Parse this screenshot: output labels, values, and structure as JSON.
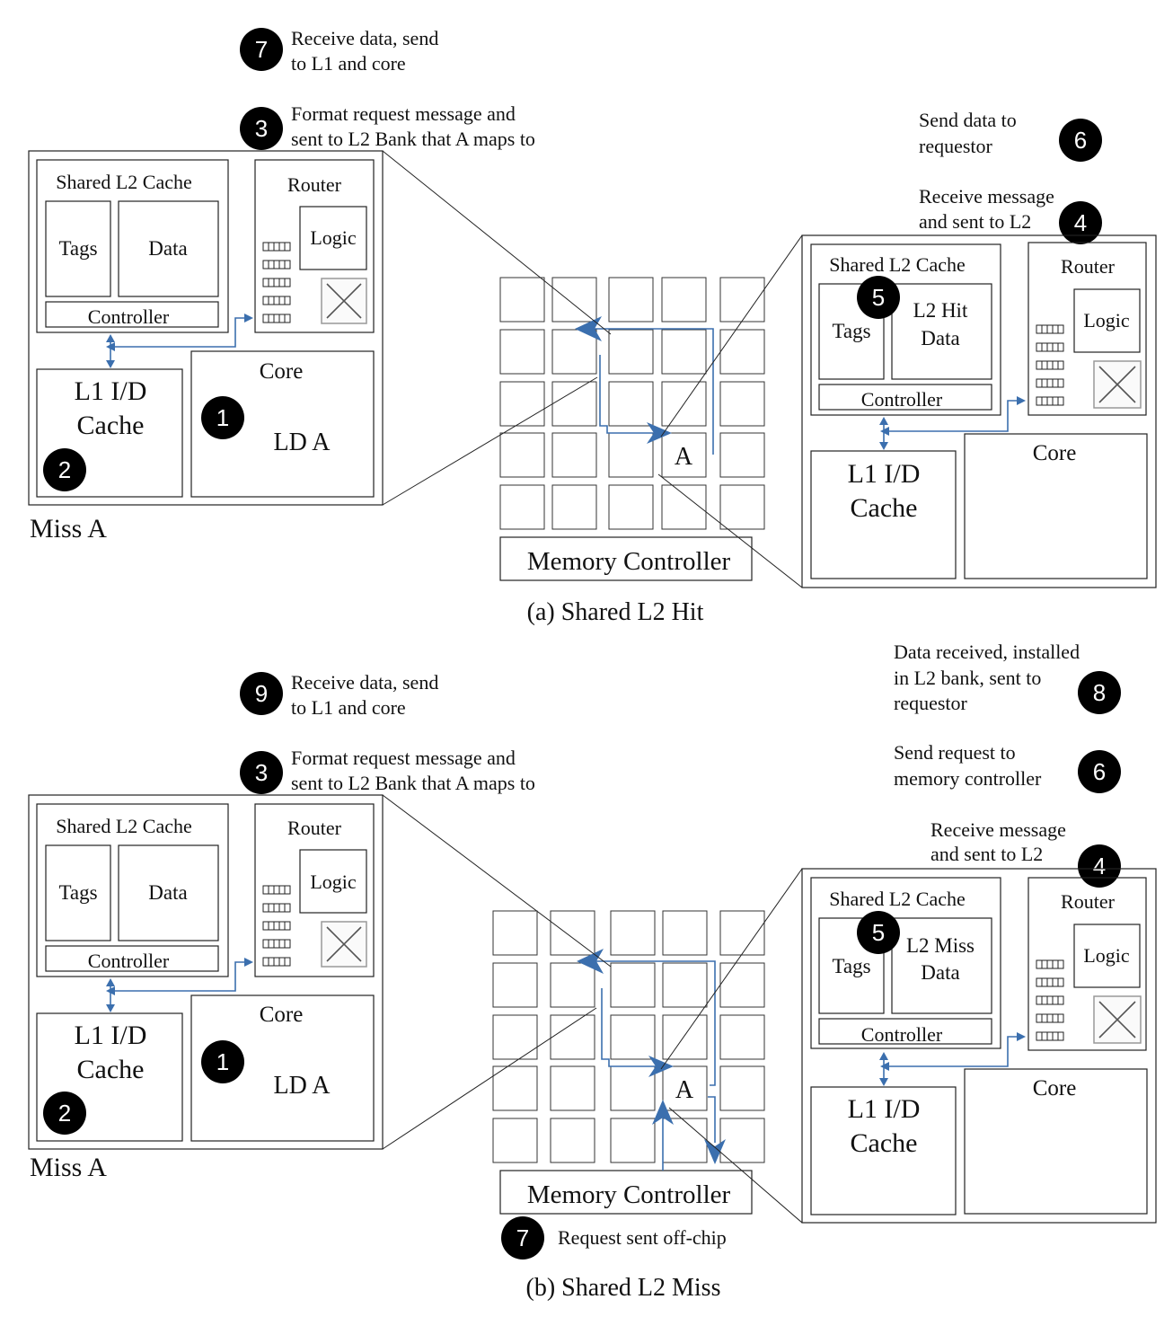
{
  "panel_a": {
    "caption": "(a) Shared L2 Hit",
    "steps": {
      "s7": {
        "num": "7",
        "line1": "Receive data, send",
        "line2": "to L1 and core"
      },
      "s3": {
        "num": "3",
        "line1": "Format request message and",
        "line2": "sent to L2 Bank that A maps to"
      },
      "s6": {
        "num": "6",
        "line1": "Send data to",
        "line2": "requestor"
      },
      "s4": {
        "num": "4",
        "line1": "Receive message",
        "line2": "and sent to L2"
      },
      "s1": {
        "num": "1"
      },
      "s2": {
        "num": "2"
      },
      "s5": {
        "num": "5"
      }
    },
    "left_tile": {
      "l2_title": "Shared L2 Cache",
      "tags": "Tags",
      "data": "Data",
      "controller": "Controller",
      "router": "Router",
      "logic": "Logic",
      "l1_line1": "L1 I/D",
      "l1_line2": "Cache",
      "core": "Core",
      "instr": "LD A",
      "miss_label": "Miss A"
    },
    "right_tile": {
      "l2_title": "Shared L2 Cache",
      "tags": "Tags",
      "data_line1": "L2 Hit",
      "data_line2": "Data",
      "controller": "Controller",
      "router": "Router",
      "logic": "Logic",
      "l1_line1": "L1 I/D",
      "l1_line2": "Cache",
      "core": "Core"
    },
    "grid": {
      "node": "A",
      "memory_controller": "Memory Controller"
    }
  },
  "panel_b": {
    "caption": "(b) Shared L2 Miss",
    "steps": {
      "s9": {
        "num": "9",
        "line1": "Receive data, send",
        "line2": "to L1 and core"
      },
      "s3": {
        "num": "3",
        "line1": "Format request message and",
        "line2": "sent to L2 Bank that A maps to"
      },
      "s8": {
        "num": "8",
        "line1": "Data received, installed",
        "line2": "in L2 bank, sent to",
        "line3": "requestor"
      },
      "s6": {
        "num": "6",
        "line1": "Send request to",
        "line2": "memory controller"
      },
      "s4": {
        "num": "4",
        "line1": "Receive message",
        "line2": "and sent to L2"
      },
      "s7": {
        "num": "7",
        "line1": "Request sent off-chip"
      },
      "s1": {
        "num": "1"
      },
      "s2": {
        "num": "2"
      },
      "s5": {
        "num": "5"
      }
    },
    "left_tile": {
      "l2_title": "Shared L2 Cache",
      "tags": "Tags",
      "data": "Data",
      "controller": "Controller",
      "router": "Router",
      "logic": "Logic",
      "l1_line1": "L1 I/D",
      "l1_line2": "Cache",
      "core": "Core",
      "instr": "LD A",
      "miss_label": "Miss A"
    },
    "right_tile": {
      "l2_title": "Shared L2 Cache",
      "tags": "Tags",
      "data_line1": "L2 Miss",
      "data_line2": "Data",
      "controller": "Controller",
      "router": "Router",
      "logic": "Logic",
      "l1_line1": "L1 I/D",
      "l1_line2": "Cache",
      "core": "Core"
    },
    "grid": {
      "node": "A",
      "memory_controller": "Memory Controller"
    }
  },
  "colors": {
    "flow": "#3b6fae",
    "badge": "#000000"
  }
}
